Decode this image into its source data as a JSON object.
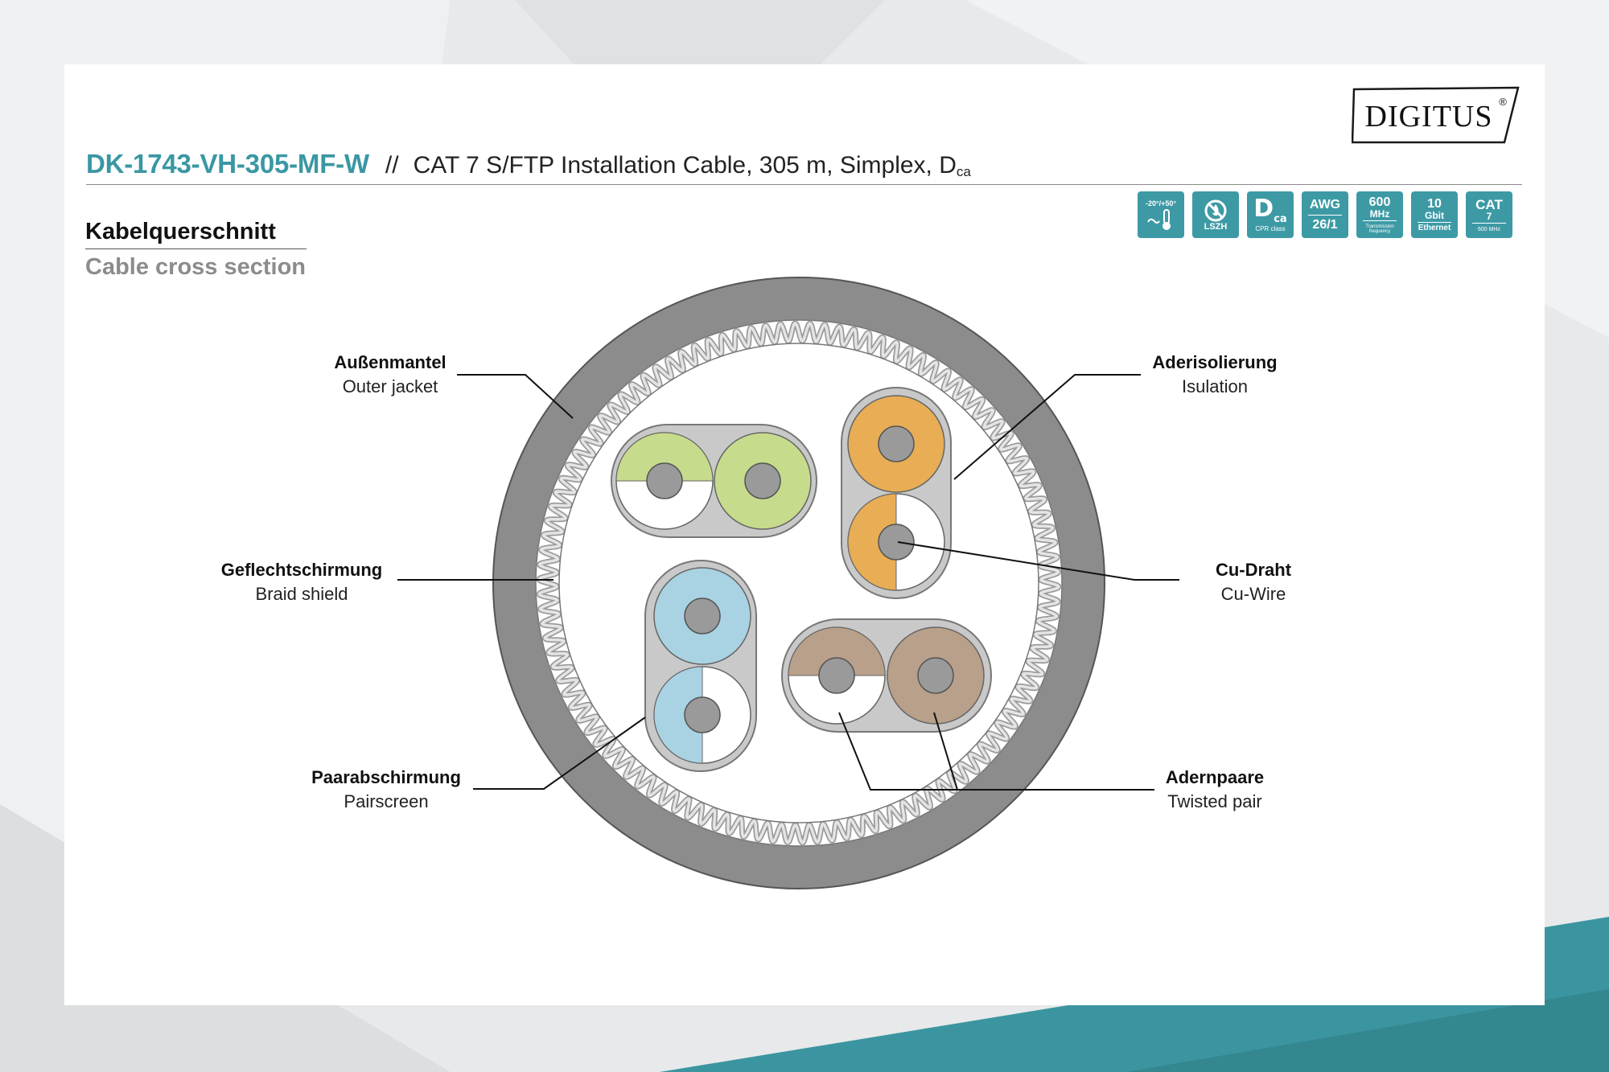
{
  "brand": {
    "logo_text": "DIGITUS",
    "registered": "®",
    "accent_color": "#3a97a3"
  },
  "product": {
    "code": "DK-1743-VH-305-MF-W",
    "separator": "//",
    "title": "CAT 7 S/FTP Installation Cable, 305 m, Simplex, D",
    "title_sub": "ca"
  },
  "badges": [
    {
      "icon": "temperature-icon",
      "top": "-20°/+50°"
    },
    {
      "icon": "lszh-icon",
      "label": "LSZH"
    },
    {
      "icon": "cpr-class-icon",
      "main": "D",
      "sub": "ca",
      "label": "CPR class"
    },
    {
      "icon": "awg-icon",
      "top": "AWG",
      "bottom": "26/1"
    },
    {
      "icon": "frequency-icon",
      "top": "600",
      "mid": "MHz",
      "small": "Transmission frequency"
    },
    {
      "icon": "ethernet-icon",
      "top": "10",
      "mid": "Gbit",
      "bottom": "Ethernet"
    },
    {
      "icon": "cat-icon",
      "top": "CAT",
      "mid": "7",
      "small": "600 MHz"
    }
  ],
  "section": {
    "title_de": "Kabelquerschnitt",
    "title_en": "Cable cross section"
  },
  "labels": {
    "outer_jacket": {
      "de": "Außenmantel",
      "en": "Outer jacket"
    },
    "insulation": {
      "de": "Aderisolierung",
      "en": "Isulation"
    },
    "braid_shield": {
      "de": "Geflechtschirmung",
      "en": "Braid shield"
    },
    "cu_wire": {
      "de": "Cu-Draht",
      "en": "Cu-Wire"
    },
    "pair_screen": {
      "de": "Paarabschirmung",
      "en": "Pairscreen"
    },
    "twisted_pair": {
      "de": "Adernpaare",
      "en": "Twisted pair"
    }
  },
  "colors": {
    "jacket": "#8c8c8c",
    "braid": "#c2c2c2",
    "pair_green": "#c6db8c",
    "pair_orange": "#e8ad55",
    "pair_blue": "#a9d3e3",
    "pair_brown": "#b9a08a",
    "conductor": "#9a9a9a",
    "screen": "#c9c9c9",
    "teal": "#3b95a0"
  }
}
